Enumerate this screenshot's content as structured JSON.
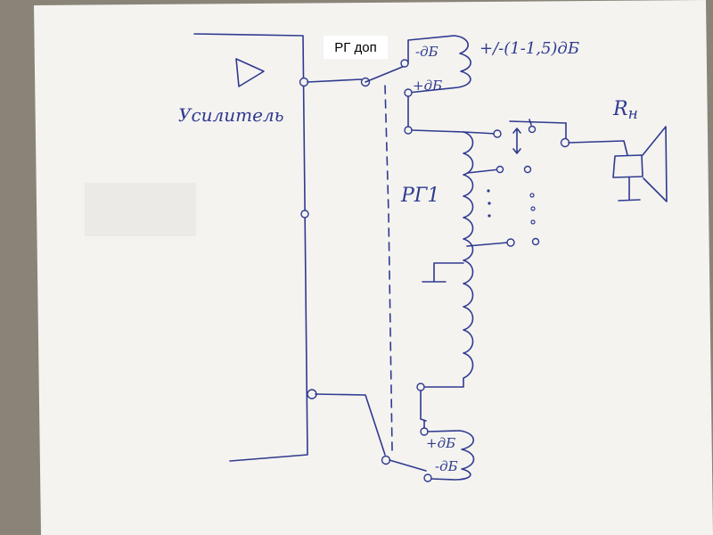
{
  "labels": {
    "rg_dop": "РГ доп",
    "amplifier": "Усилитель",
    "rg1": "РГ1",
    "top_range": "+/-(1-1,5)дБ",
    "minus_db": "-дБ",
    "plus_db": "+дБ",
    "load_r": "R",
    "load_sub": "н"
  },
  "colors": {
    "ink": "#2f3a8f",
    "paper": "#f4f3f0",
    "background": "#8a8478"
  },
  "icons": {
    "amplifier": "triangle-amplifier-icon",
    "speaker": "speaker-icon",
    "ground": "ground-icon"
  }
}
